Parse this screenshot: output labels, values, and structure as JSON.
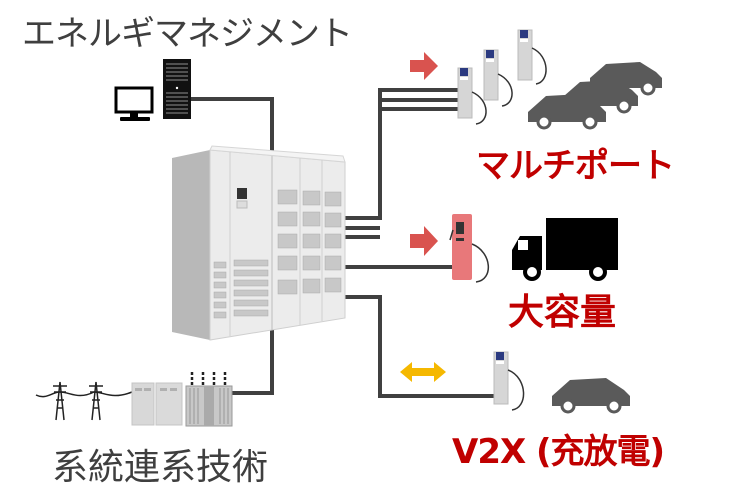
{
  "diagram": {
    "top_label": "エネルギマネジメント",
    "bottom_label": "系統連系技術",
    "outputs": [
      {
        "id": "multiport",
        "label": "マルチポート",
        "flow": "one-way",
        "arrow_color": "#d9534f"
      },
      {
        "id": "large-capacity",
        "label": "大容量",
        "flow": "one-way",
        "arrow_color": "#d9534f"
      },
      {
        "id": "v2x",
        "label": "V2X (充放電)",
        "flow": "two-way",
        "arrow_color": "#f5b800"
      }
    ],
    "colors": {
      "line": "#404040",
      "label_red": "#c00000",
      "label_gray": "#3f3f3f",
      "charger_gray": "#d4d4d4",
      "charger_pink": "#e8787a",
      "car": "#5a5a5a"
    }
  }
}
